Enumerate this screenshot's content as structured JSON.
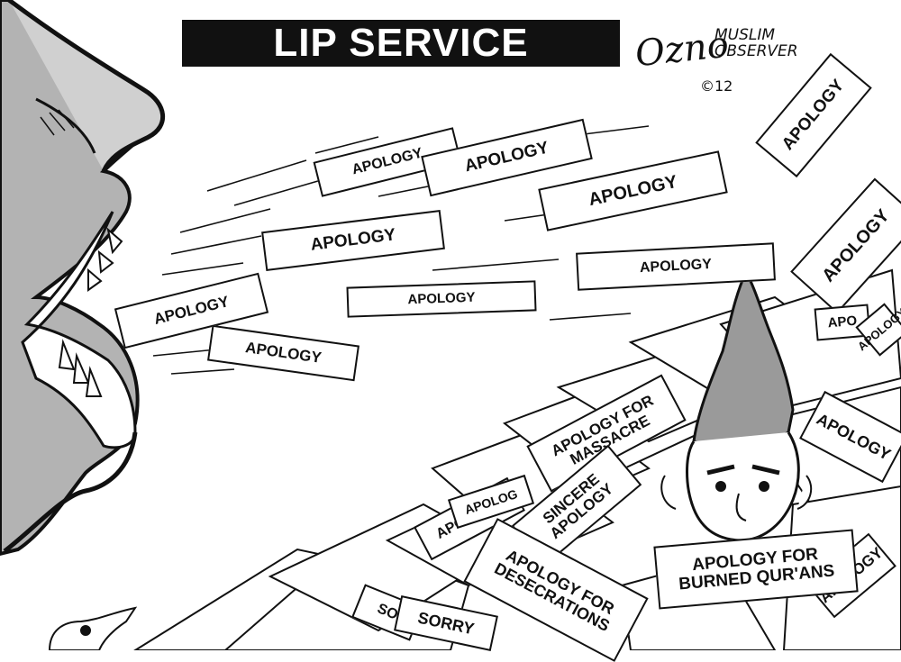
{
  "title": "LIP SERVICE",
  "signature": {
    "artist": "Ozno",
    "publication": "MUSLIM OBSERVER",
    "year": "©12"
  },
  "papers": [
    {
      "text": "APOLOGY"
    },
    {
      "text": "APOLOGY"
    },
    {
      "text": "APOLOGY"
    },
    {
      "text": "APOLOGY"
    },
    {
      "text": "APOLOGY"
    },
    {
      "text": "APOLOGY"
    },
    {
      "text": "APOLOGY"
    },
    {
      "text": "APOLOGY"
    },
    {
      "text": "APOLOGY"
    },
    {
      "text": "APOLOGY"
    },
    {
      "text": "APOLOGY"
    },
    {
      "text": "APO"
    },
    {
      "text": "APOLOGY"
    },
    {
      "text": "APOLOGY FOR MASSACRE"
    },
    {
      "text": "APOLOGY"
    },
    {
      "text": "SINCERE APOLOGY"
    },
    {
      "text": "APOLOGY"
    },
    {
      "text": "APOLOGY FOR DESECRATIONS"
    },
    {
      "text": "APOLOGY FOR BURNED QUR'ANS"
    },
    {
      "text": "SO"
    },
    {
      "text": "SORRY"
    },
    {
      "text": "APOLOG"
    }
  ]
}
